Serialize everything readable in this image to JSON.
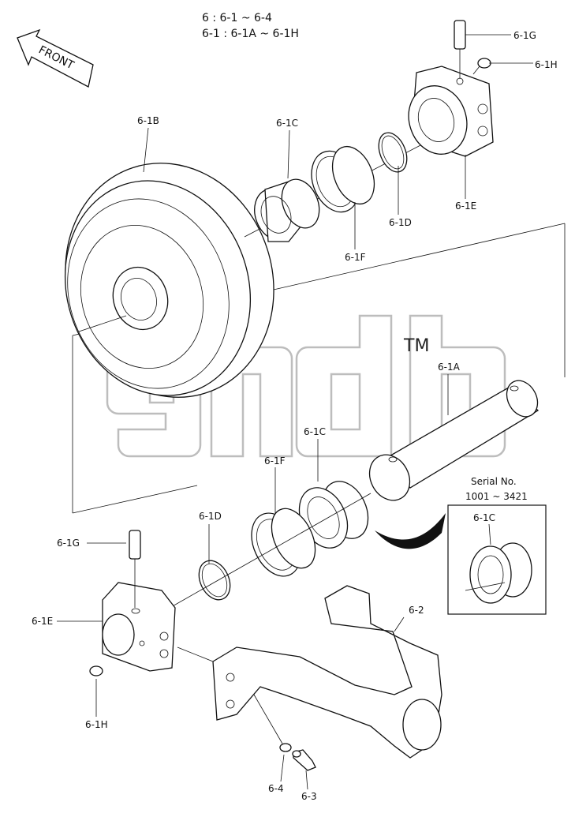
{
  "header": {
    "line1": "6 : 6-1 ~ 6-4",
    "line2": "6-1 : 6-1A ~ 6-1H"
  },
  "front_arrow": {
    "label": "FRONT"
  },
  "watermark": {
    "tm": "TM"
  },
  "labels": {
    "p61G_top": "6-1G",
    "p61H_top": "6-1H",
    "p61B": "6-1B",
    "p61C_top": "6-1C",
    "p61D_top": "6-1D",
    "p61E_top": "6-1E",
    "p61F_top": "6-1F",
    "p61A": "6-1A",
    "p61C_mid": "6-1C",
    "p61F_mid": "6-1F",
    "p61D_mid": "6-1D",
    "p61G_bot": "6-1G",
    "p61E_bot": "6-1E",
    "p61H_bot": "6-1H",
    "p62": "6-2",
    "p64": "6-4",
    "p63": "6-3"
  },
  "inset": {
    "title": "Serial No.",
    "range": "1001 ~ 3421",
    "label": "6-1C"
  }
}
